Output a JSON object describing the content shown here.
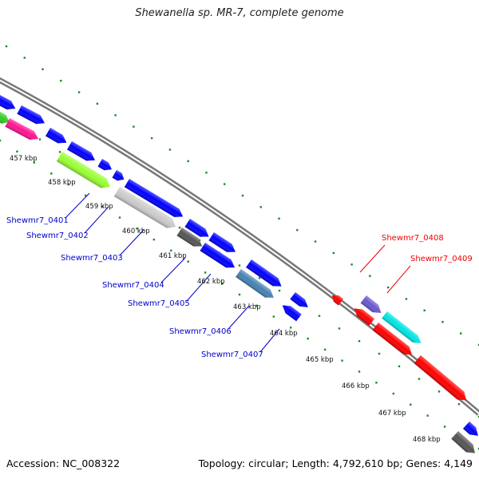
{
  "title": "Shewanella sp. MR-7, complete genome",
  "footer": {
    "accession": "Accession: NC_008322",
    "summary": "Topology: circular; Length: 4,792,610 bp; Genes: 4,149"
  },
  "scale_labels": [
    "457 kbp",
    "458 kbp",
    "459 kbp",
    "460 kbp",
    "461 kbp",
    "462 kbp",
    "463 kbp",
    "464 kbp",
    "465 kbp",
    "466 kbp",
    "467 kbp",
    "468 kbp"
  ],
  "gene_labels": [
    {
      "text": "Shewmr7_0401",
      "color": "#0000cc"
    },
    {
      "text": "Shewmr7_0402",
      "color": "#0000cc"
    },
    {
      "text": "Shewmr7_0403",
      "color": "#0000cc"
    },
    {
      "text": "Shewmr7_0404",
      "color": "#0000cc"
    },
    {
      "text": "Shewmr7_0405",
      "color": "#0000cc"
    },
    {
      "text": "Shewmr7_0406",
      "color": "#0000cc"
    },
    {
      "text": "Shewmr7_0407",
      "color": "#0000cc"
    },
    {
      "text": "Shewmr7_0408",
      "color": "#ee0000"
    },
    {
      "text": "Shewmr7_0409",
      "color": "#ee0000"
    }
  ],
  "colors": {
    "backbone": "#777777",
    "dots": "#228822",
    "blue_genes": "#0000ff",
    "red_genes": "#ff0000"
  }
}
